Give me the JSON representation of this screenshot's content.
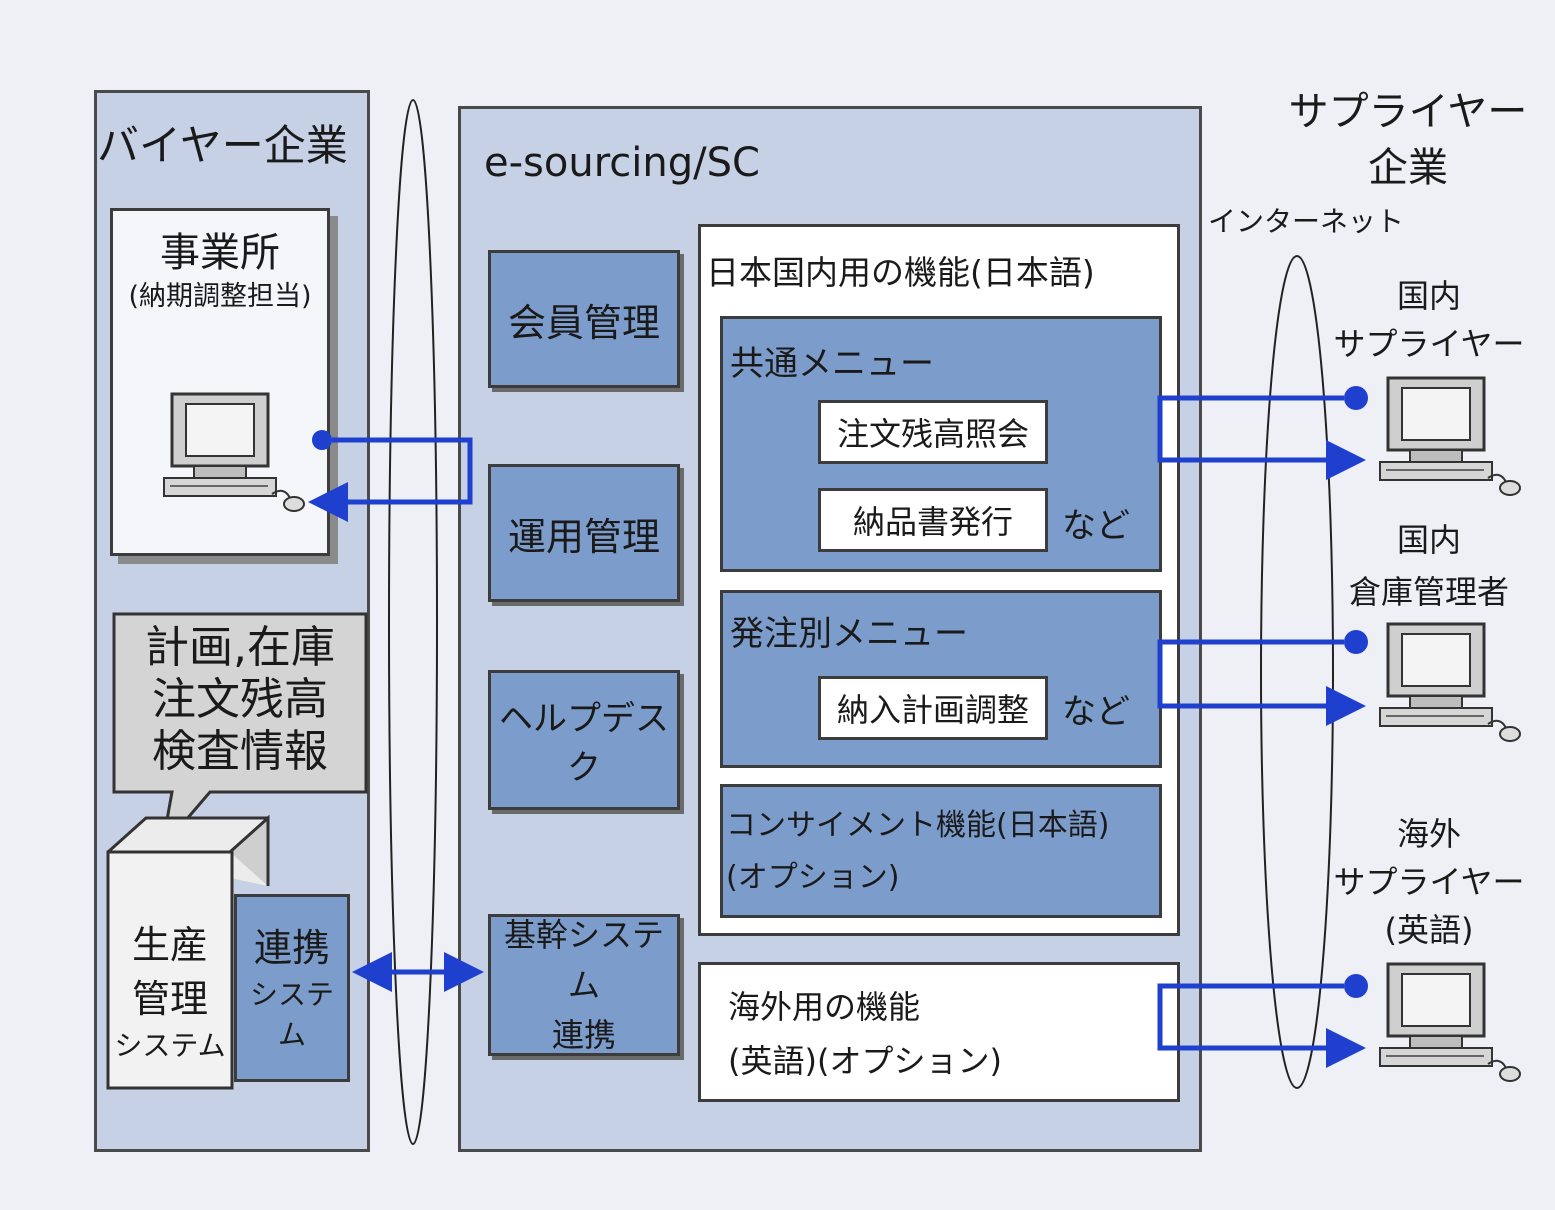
{
  "buyer": {
    "title": "バイヤー企業",
    "office_title": "事業所",
    "office_sub": "(納期調整担当)",
    "callout": [
      "計画,在庫",
      "注文残高",
      "検査情報"
    ],
    "production": [
      "生産",
      "管理",
      "システム"
    ],
    "link_system": [
      "連携",
      "システム"
    ]
  },
  "esc": {
    "title": "e-sourcing/SC",
    "modules": [
      "会員管理",
      "運用管理",
      "ヘルプデスク",
      "基幹システム",
      "連携"
    ],
    "domestic": {
      "title": "日本国内用の機能(日本語)",
      "common_title": "共通メニュー",
      "common_items": [
        "注文残高照会",
        "納品書発行"
      ],
      "etc": "など",
      "order_title": "発注別メニュー",
      "order_items": [
        "納入計画調整"
      ],
      "consign": [
        "コンサイメント機能(日本語)",
        "(オプション)"
      ]
    },
    "overseas": [
      "海外用の機能",
      "(英語)(オプション)"
    ]
  },
  "internet_label": "インターネット",
  "supplier": {
    "title": [
      "サプライヤー",
      "企業"
    ],
    "domestic_supplier": [
      "国内",
      "サプライヤー"
    ],
    "warehouse": [
      "国内",
      "倉庫管理者"
    ],
    "overseas_supplier": [
      "海外",
      "サプライヤー",
      "(英語)"
    ]
  },
  "colors": {
    "arrow": "#1f3fcf",
    "module": "#7c9ccb",
    "panel": "#c7d1e6"
  }
}
